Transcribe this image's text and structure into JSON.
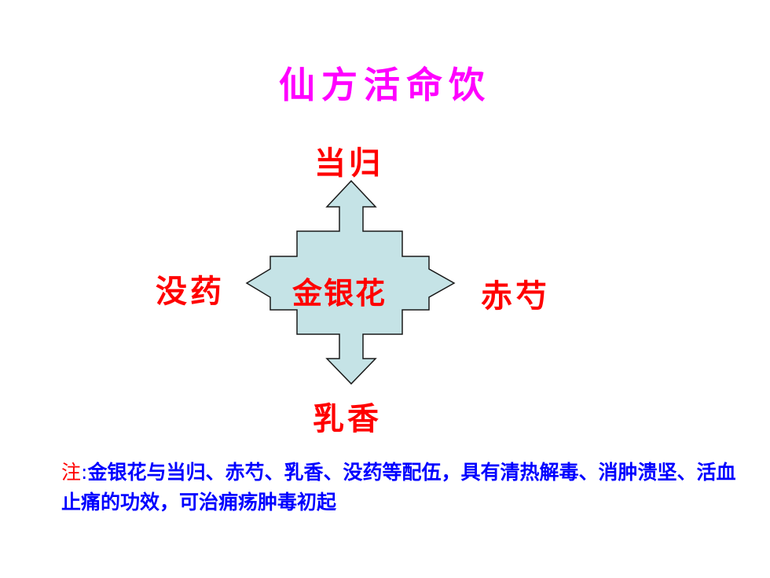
{
  "title": "仙方活命饮",
  "diagram": {
    "center": "金银花",
    "top": "当归",
    "bottom": "乳香",
    "left": "没药",
    "right": "赤芍"
  },
  "note": {
    "label": "注",
    "separator": ":",
    "text": "金银花与当归、赤芍、乳香、没药等配伍，具有清热解毒、消肿溃坚、活血止痛的功效，可治痈疡肿毒初起"
  },
  "colors": {
    "title": "#ff00ff",
    "herb_text": "#ff0000",
    "shape_fill": "#c5e3e6",
    "shape_stroke": "#1a1a1a",
    "note_label": "#ff0000",
    "note_text": "#0000ff"
  }
}
